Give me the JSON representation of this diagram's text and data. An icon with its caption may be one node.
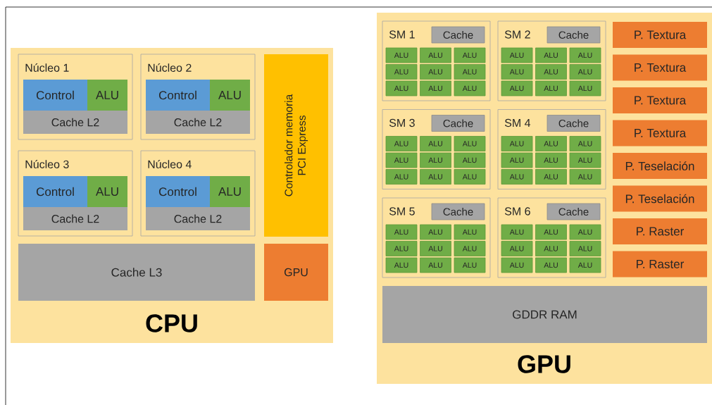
{
  "diagram": {
    "nodes": [
      {
        "text": [
          "CPU"
        ]
      },
      {
        "text": [
          "Núcleo 1"
        ],
        "in": 0
      },
      {
        "text": [
          "Control"
        ],
        "in": 1
      },
      {
        "text": [
          "ALU"
        ],
        "in": 1
      },
      {
        "text": [
          "Cache L2"
        ],
        "in": 1
      },
      {
        "text": [
          "Núcleo 2"
        ],
        "in": 0
      },
      {
        "text": [
          "Control"
        ],
        "in": 5
      },
      {
        "text": [
          "ALU"
        ],
        "in": 5
      },
      {
        "text": [
          "Cache L2"
        ],
        "in": 5
      },
      {
        "text": [
          "Núcleo 3"
        ],
        "in": 0
      },
      {
        "text": [
          "Control"
        ],
        "in": 9
      },
      {
        "text": [
          "ALU"
        ],
        "in": 9
      },
      {
        "text": [
          "Cache L2"
        ],
        "in": 9
      },
      {
        "text": [
          "Núcleo 4"
        ],
        "in": 0
      },
      {
        "text": [
          "Control"
        ],
        "in": 13
      },
      {
        "text": [
          "ALU"
        ],
        "in": 13
      },
      {
        "text": [
          "Cache L2"
        ],
        "in": 13
      },
      {
        "text": [
          "Controlador memoria",
          "PCI Express"
        ],
        "in": 0
      },
      {
        "text": [
          "Cache L3"
        ],
        "in": 0
      },
      {
        "text": [
          "GPU"
        ],
        "in": 0
      },
      {
        "text": [
          "GPU"
        ]
      },
      {
        "text": [
          "SM 1"
        ],
        "in": 20
      },
      {
        "text": [
          "Cache"
        ],
        "in": 21
      },
      {
        "text": [
          "ALU"
        ],
        "in": 21
      },
      {
        "text": [
          "ALU"
        ],
        "in": 21
      },
      {
        "text": [
          "ALU"
        ],
        "in": 21
      },
      {
        "text": [
          "ALU"
        ],
        "in": 21
      },
      {
        "text": [
          "ALU"
        ],
        "in": 21
      },
      {
        "text": [
          "ALU"
        ],
        "in": 21
      },
      {
        "text": [
          "ALU"
        ],
        "in": 21
      },
      {
        "text": [
          "ALU"
        ],
        "in": 21
      },
      {
        "text": [
          "ALU"
        ],
        "in": 21
      },
      {
        "text": [
          "SM 2"
        ],
        "in": 20
      },
      {
        "text": [
          "Cache"
        ],
        "in": 32
      },
      {
        "text": [
          "ALU"
        ],
        "in": 32
      },
      {
        "text": [
          "ALU"
        ],
        "in": 32
      },
      {
        "text": [
          "ALU"
        ],
        "in": 32
      },
      {
        "text": [
          "ALU"
        ],
        "in": 32
      },
      {
        "text": [
          "ALU"
        ],
        "in": 32
      },
      {
        "text": [
          "ALU"
        ],
        "in": 32
      },
      {
        "text": [
          "ALU"
        ],
        "in": 32
      },
      {
        "text": [
          "ALU"
        ],
        "in": 32
      },
      {
        "text": [
          "ALU"
        ],
        "in": 32
      },
      {
        "text": [
          "SM 3"
        ],
        "in": 20
      },
      {
        "text": [
          "Cache"
        ],
        "in": 43
      },
      {
        "text": [
          "ALU"
        ],
        "in": 43
      },
      {
        "text": [
          "ALU"
        ],
        "in": 43
      },
      {
        "text": [
          "ALU"
        ],
        "in": 43
      },
      {
        "text": [
          "ALU"
        ],
        "in": 43
      },
      {
        "text": [
          "ALU"
        ],
        "in": 43
      },
      {
        "text": [
          "ALU"
        ],
        "in": 43
      },
      {
        "text": [
          "ALU"
        ],
        "in": 43
      },
      {
        "text": [
          "ALU"
        ],
        "in": 43
      },
      {
        "text": [
          "ALU"
        ],
        "in": 43
      },
      {
        "text": [
          "SM 4"
        ],
        "in": 20
      },
      {
        "text": [
          "Cache"
        ],
        "in": 54
      },
      {
        "text": [
          "ALU"
        ],
        "in": 54
      },
      {
        "text": [
          "ALU"
        ],
        "in": 54
      },
      {
        "text": [
          "ALU"
        ],
        "in": 54
      },
      {
        "text": [
          "ALU"
        ],
        "in": 54
      },
      {
        "text": [
          "ALU"
        ],
        "in": 54
      },
      {
        "text": [
          "ALU"
        ],
        "in": 54
      },
      {
        "text": [
          "ALU"
        ],
        "in": 54
      },
      {
        "text": [
          "ALU"
        ],
        "in": 54
      },
      {
        "text": [
          "ALU"
        ],
        "in": 54
      },
      {
        "text": [
          "SM 5"
        ],
        "in": 20
      },
      {
        "text": [
          "Cache"
        ],
        "in": 65
      },
      {
        "text": [
          "ALU"
        ],
        "in": 65
      },
      {
        "text": [
          "ALU"
        ],
        "in": 65
      },
      {
        "text": [
          "ALU"
        ],
        "in": 65
      },
      {
        "text": [
          "ALU"
        ],
        "in": 65
      },
      {
        "text": [
          "ALU"
        ],
        "in": 65
      },
      {
        "text": [
          "ALU"
        ],
        "in": 65
      },
      {
        "text": [
          "ALU"
        ],
        "in": 65
      },
      {
        "text": [
          "ALU"
        ],
        "in": 65
      },
      {
        "text": [
          "ALU"
        ],
        "in": 65
      },
      {
        "text": [
          "SM 6"
        ],
        "in": 20
      },
      {
        "text": [
          "Cache"
        ],
        "in": 76
      },
      {
        "text": [
          "ALU"
        ],
        "in": 76
      },
      {
        "text": [
          "ALU"
        ],
        "in": 76
      },
      {
        "text": [
          "ALU"
        ],
        "in": 76
      },
      {
        "text": [
          "ALU"
        ],
        "in": 76
      },
      {
        "text": [
          "ALU"
        ],
        "in": 76
      },
      {
        "text": [
          "ALU"
        ],
        "in": 76
      },
      {
        "text": [
          "ALU"
        ],
        "in": 76
      },
      {
        "text": [
          "ALU"
        ],
        "in": 76
      },
      {
        "text": [
          "ALU"
        ],
        "in": 76
      },
      {
        "text": [
          "P. Textura"
        ],
        "in": 20
      },
      {
        "text": [
          "P. Textura"
        ],
        "in": 20
      },
      {
        "text": [
          "P. Textura"
        ],
        "in": 20
      },
      {
        "text": [
          "P. Textura"
        ],
        "in": 20
      },
      {
        "text": [
          "P. Teselación"
        ],
        "in": 20
      },
      {
        "text": [
          "P. Teselación"
        ],
        "in": 20
      },
      {
        "text": [
          "P. Raster"
        ],
        "in": 20
      },
      {
        "text": [
          "P. Raster"
        ],
        "in": 20
      },
      {
        "text": [
          "GDDR RAM"
        ],
        "in": 20
      }
    ]
  }
}
